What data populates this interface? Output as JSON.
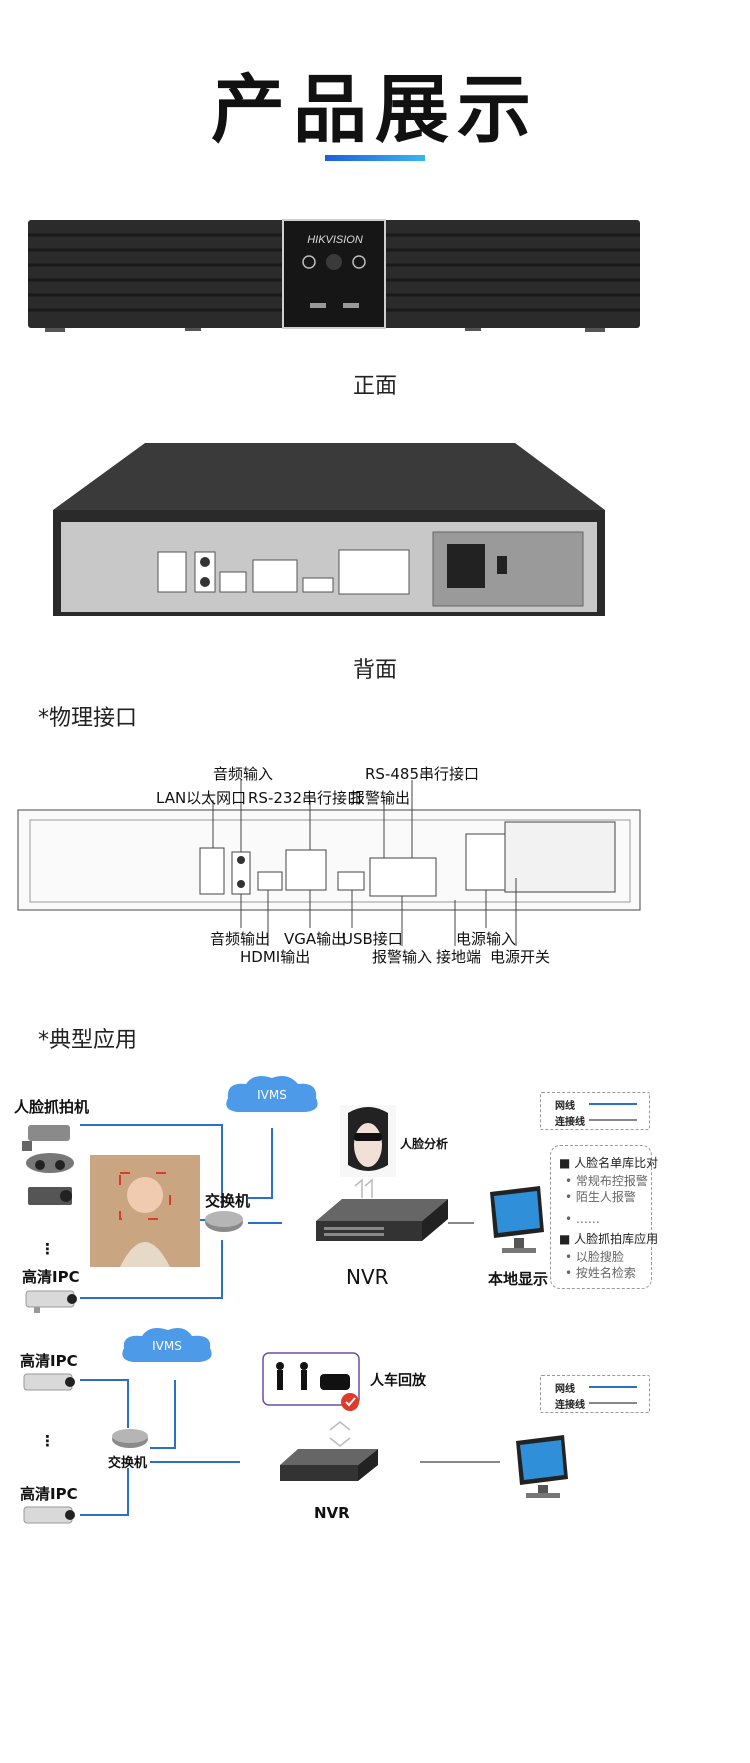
{
  "header": {
    "title": "产品展示"
  },
  "views": {
    "front_caption": "正面",
    "rear_caption": "背面",
    "brand_logo": "HIKVISION"
  },
  "interfaces": {
    "section_title": "*物理接口",
    "top_labels": [
      "音频输入",
      "LAN以太网口",
      "RS-232串行接口",
      "报警输出",
      "RS-485串行接口"
    ],
    "bottom_labels": [
      "音频输出",
      "VGA输出",
      "USB接口",
      "电源输入",
      "HDMI输出",
      "报警输入",
      "接地端",
      "电源开关"
    ]
  },
  "application": {
    "section_title": "*典型应用",
    "diagram1": {
      "camera_group": "人脸抓拍机",
      "ellipsis": "⋮",
      "hd_ipc": "高清IPC",
      "cloud": "IVMS",
      "switch": "交换机",
      "face_analysis": "人脸分析",
      "nvr": "NVR",
      "local_display": "本地显示",
      "legend": {
        "network": "网线",
        "connection": "连接线"
      },
      "features": [
        {
          "title": "人脸名单库比对",
          "items": [
            "常规布控报警",
            "陌生人报警"
          ]
        },
        {
          "title": "……",
          "items": []
        },
        {
          "title": "人脸抓拍库应用",
          "items": [
            "以脸搜脸",
            "按姓名检索"
          ]
        }
      ]
    },
    "diagram2": {
      "hd_ipc_1": "高清IPC",
      "ellipsis": "⋮",
      "hd_ipc_2": "高清IPC",
      "cloud": "IVMS",
      "switch": "交换机",
      "playback": "人车回放",
      "nvr": "NVR",
      "legend": {
        "network": "网线",
        "connection": "连接线"
      }
    }
  },
  "colors": {
    "network_line": "#2a6fc9",
    "connection_line": "#888888",
    "cloud": "#4d9be8",
    "accent_gradient_start": "#1e5fd8",
    "accent_gradient_end": "#38b6f0"
  }
}
